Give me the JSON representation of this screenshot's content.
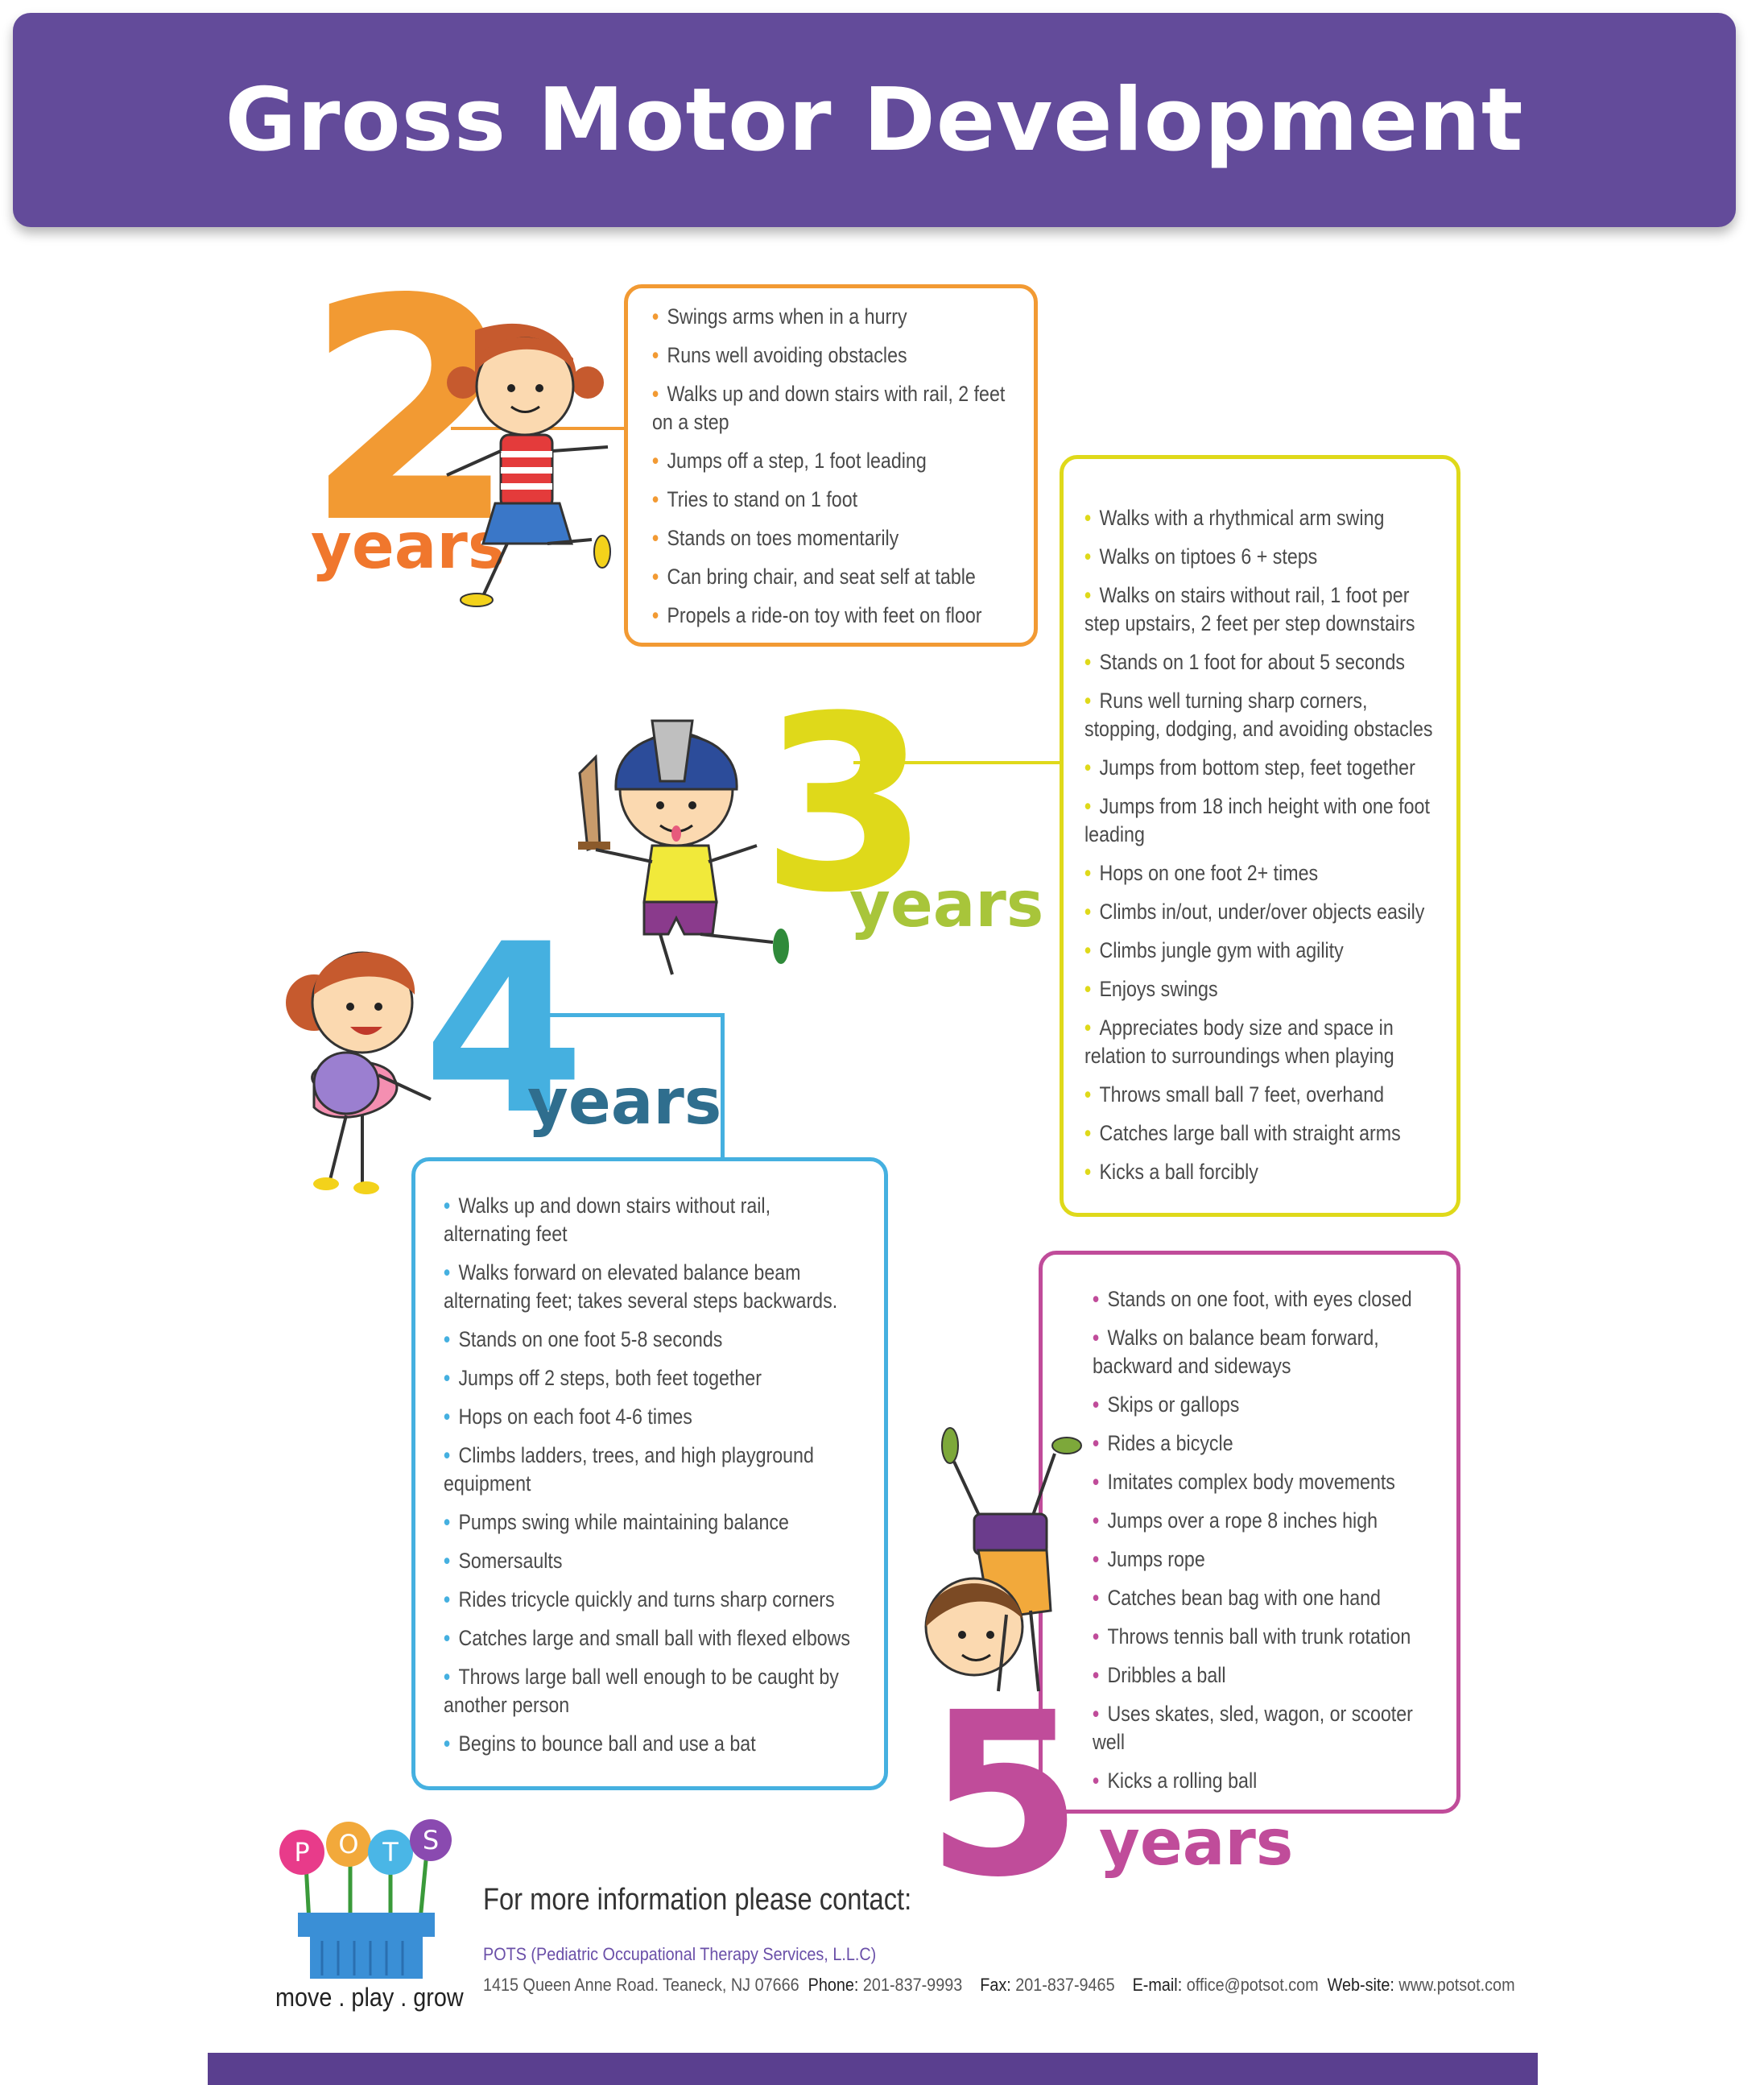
{
  "title": "Gross Motor Development",
  "colors": {
    "banner": "#634b9a",
    "two": "#f29a33",
    "three": "#dfd91a",
    "three_years": "#a8c53a",
    "four": "#45b0e0",
    "four_years": "#2f6e8e",
    "five": "#c04c9a",
    "footer": "#5a3f8f"
  },
  "sections": {
    "two": {
      "number": "2",
      "label": "years",
      "items": [
        "Swings arms when in a hurry",
        "Runs well avoiding obstacles",
        "Walks up and down stairs with rail, 2 feet on a step",
        "Jumps off a step, 1 foot leading",
        "Tries to stand on 1 foot",
        "Stands on toes momentarily",
        "Can bring chair, and seat self at table",
        "Propels a ride-on toy with feet on floor"
      ]
    },
    "three": {
      "number": "3",
      "label": "years",
      "items": [
        "Walks with a rhythmical arm swing",
        "Walks on tiptoes 6 + steps",
        "Walks on stairs without rail, 1 foot per step upstairs, 2 feet per step downstairs",
        "Stands on 1 foot for about 5 seconds",
        "Runs well turning sharp corners, stopping, dodging, and avoiding obstacles",
        "Jumps from bottom step, feet together",
        "Jumps from 18 inch height with one foot leading",
        "Hops on one foot 2+ times",
        "Climbs in/out, under/over objects easily",
        "Climbs jungle gym with agility",
        "Enjoys swings",
        "Appreciates body size and space in relation to surroundings when playing",
        "Throws small ball 7 feet, overhand",
        "Catches large ball with straight arms",
        "Kicks a ball forcibly"
      ]
    },
    "four": {
      "number": "4",
      "label": "years",
      "items": [
        "Walks up and down stairs without rail, alternating feet",
        "Walks forward on elevated balance beam alternating feet; takes several steps backwards.",
        "Stands on one foot 5-8 seconds",
        "Jumps off 2 steps, both feet together",
        "Hops on each foot 4-6 times",
        "Climbs ladders, trees, and high playground equipment",
        "Pumps swing while maintaining balance",
        "Somersaults",
        "Rides tricycle quickly and turns sharp corners",
        "Catches large and small ball with flexed elbows",
        "Throws large ball well enough to be caught by another person",
        "Begins to bounce ball and use a bat"
      ]
    },
    "five": {
      "number": "5",
      "label": "years",
      "items": [
        "Stands on one foot, with eyes closed",
        "Walks on balance beam forward, backward and sideways",
        "Skips or gallops",
        "Rides a bicycle",
        "Imitates complex body movements",
        "Jumps over a rope 8 inches high",
        "Jumps rope",
        "Catches bean bag with one hand",
        "Throws tennis ball with trunk rotation",
        "Dribbles a ball",
        "Uses skates, sled, wagon, or scooter well",
        "Kicks a rolling ball"
      ]
    }
  },
  "logo": {
    "letters": [
      "P",
      "O",
      "T",
      "S"
    ],
    "tagline": "move . play . grow"
  },
  "contact": {
    "heading": "For more information please contact:",
    "org": "POTS (Pediatric Occupational Therapy Services, L.L.C)",
    "address": "1415 Queen Anne Road.  Teaneck, NJ 07666",
    "phone_label": "Phone:",
    "phone": "201-837-9993",
    "fax_label": "Fax:",
    "fax": "201-837-9465",
    "email_label": "E-mail:",
    "email": "office@potsot.com",
    "web_label": "Web-site:",
    "web": "www.potsot.com"
  }
}
